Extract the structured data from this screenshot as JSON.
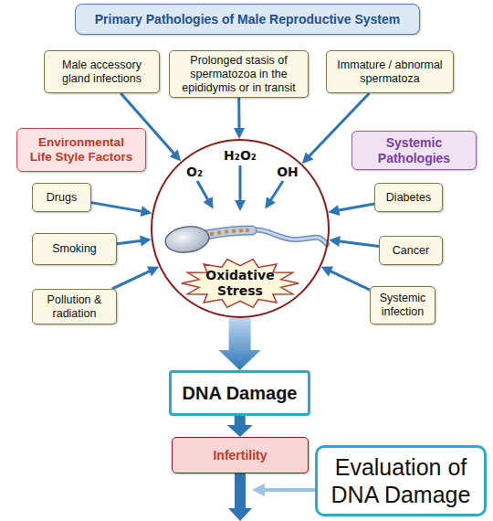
{
  "diagram": {
    "nodes": [
      {
        "text": [
          "Primary Pathologies of Male Reproductive System"
        ]
      },
      {
        "text": [
          "Male accessory gland infections"
        ]
      },
      {
        "text": [
          "Prolonged stasis of spermatozoa in the epididymis or in transit"
        ]
      },
      {
        "text": [
          "Immature / abnormal spermatoza"
        ]
      },
      {
        "text": [
          "Environmental Life Style Factors"
        ]
      },
      {
        "text": [
          "Systemic Pathologies"
        ]
      },
      {
        "text": [
          "Drugs"
        ]
      },
      {
        "text": [
          "Smoking"
        ]
      },
      {
        "text": [
          "Pollution & radiation"
        ]
      },
      {
        "text": [
          "O₂",
          "H₂O₂",
          "OH"
        ]
      },
      {
        "text": [
          "Oxidative Stress"
        ],
        "in": 9
      },
      {
        "text": [
          "Diabetes"
        ]
      },
      {
        "text": [
          "Cancer"
        ]
      },
      {
        "text": [
          "Systemic infection"
        ]
      },
      {
        "text": [
          "DNA Damage"
        ]
      },
      {
        "text": [
          "Infertility"
        ]
      },
      {
        "text": [
          "Evaluation of DNA Damage"
        ]
      }
    ],
    "edges": [
      {
        "from": 1,
        "to": 9,
        "arrow": "to"
      },
      {
        "from": 2,
        "to": 9,
        "arrow": "to"
      },
      {
        "from": 3,
        "to": 9,
        "arrow": "to"
      },
      {
        "from": 6,
        "to": 9,
        "arrow": "to"
      },
      {
        "from": 7,
        "to": 9,
        "arrow": "to"
      },
      {
        "from": 8,
        "to": 9,
        "arrow": "to"
      },
      {
        "from": 11,
        "to": 9,
        "arrow": "to"
      },
      {
        "from": 12,
        "to": 9,
        "arrow": "to"
      },
      {
        "from": 13,
        "to": 9,
        "arrow": "to"
      },
      {
        "from": 9,
        "to": 14,
        "arrow": "to"
      },
      {
        "from": 14,
        "to": 15,
        "arrow": "to"
      }
    ]
  }
}
